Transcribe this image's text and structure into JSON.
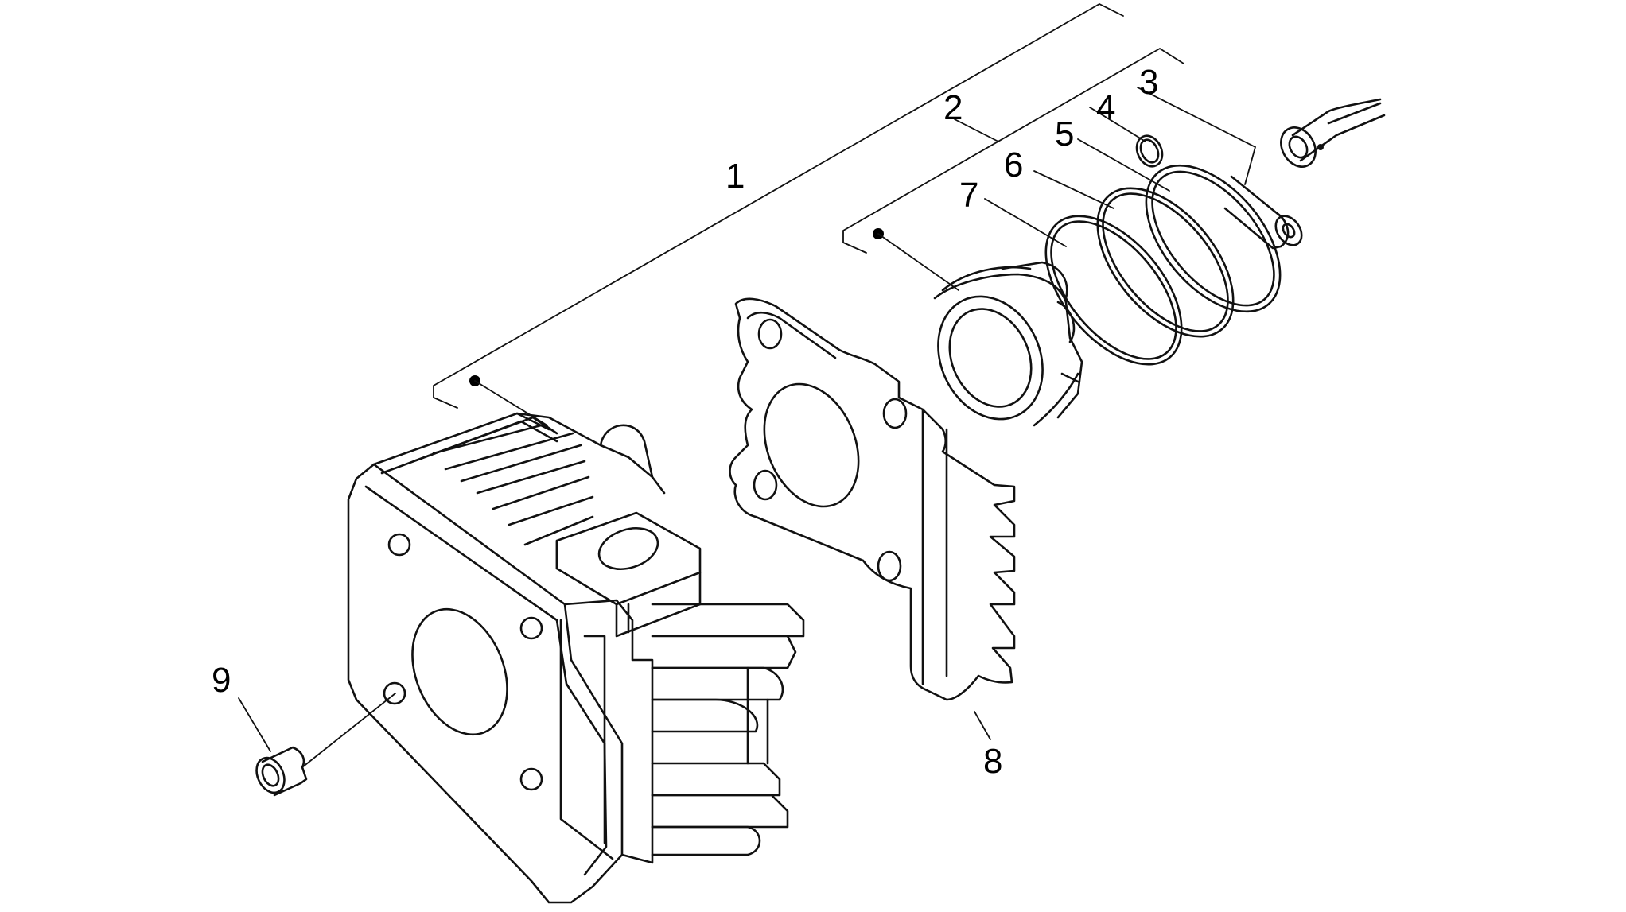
{
  "diagram": {
    "background": "#ffffff",
    "line_color": "#111111",
    "callouts": [
      {
        "id": "c1",
        "label": "1"
      },
      {
        "id": "c2",
        "label": "2"
      },
      {
        "id": "c3",
        "label": "3"
      },
      {
        "id": "c4",
        "label": "4"
      },
      {
        "id": "c5",
        "label": "5"
      },
      {
        "id": "c6",
        "label": "6"
      },
      {
        "id": "c7",
        "label": "7"
      },
      {
        "id": "c8",
        "label": "8"
      },
      {
        "id": "c9",
        "label": "9"
      }
    ]
  }
}
